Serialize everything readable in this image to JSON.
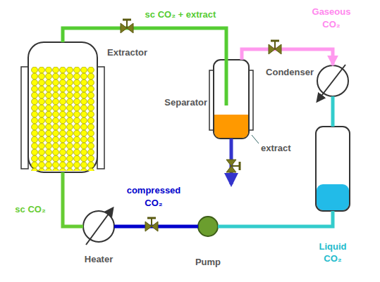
{
  "diagram": {
    "nodes": [
      {
        "text": [
          "Extractor"
        ]
      },
      {
        "text": [
          "Separator"
        ]
      },
      {
        "text": [
          "Condenser"
        ]
      },
      {
        "text": [
          "Liquid CO₂"
        ]
      },
      {
        "text": [
          "Pump"
        ]
      },
      {
        "text": [
          "Heater"
        ]
      }
    ],
    "edges": [
      {
        "from": 0,
        "to": 1,
        "label": "sc CO₂ + extract",
        "arrow": "none"
      },
      {
        "from": 1,
        "to": 2,
        "label": "Gaseous CO₂",
        "arrow": "to"
      },
      {
        "from": 2,
        "to": 3,
        "arrow": "none"
      },
      {
        "from": 3,
        "to": 4,
        "arrow": "none"
      },
      {
        "from": 4,
        "to": 5,
        "label": "compressed CO₂",
        "arrow": "none"
      },
      {
        "from": 5,
        "to": 0,
        "label": "sc CO₂",
        "arrow": "none"
      }
    ],
    "labels": [
      "extract"
    ]
  }
}
